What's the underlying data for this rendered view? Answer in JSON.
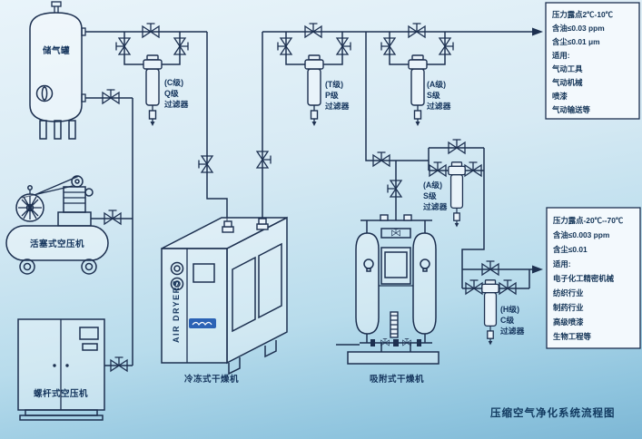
{
  "title": "压缩空气净化系统流程图",
  "equipment": {
    "storage_tank": "储气罐",
    "piston_compressor": "活塞式空压机",
    "screw_compressor": "螺杆式空压机",
    "refrigerated_dryer": "冷冻式干燥机",
    "refrigerated_dryer_panel": "AIR DRYERS",
    "adsorption_dryer": "吸附式干燥机"
  },
  "filters": {
    "q": {
      "grade": "(C级)",
      "name": "Q级",
      "type": "过滤器"
    },
    "p": {
      "grade": "(T级)",
      "name": "P级",
      "type": "过滤器"
    },
    "s1": {
      "grade": "(A级)",
      "name": "S级",
      "type": "过滤器"
    },
    "s2": {
      "grade": "(A级)",
      "name": "S级",
      "type": "过滤器"
    },
    "c": {
      "grade": "(H级)",
      "name": "C级",
      "type": "过滤器"
    }
  },
  "spec_box_1": {
    "lines": [
      "压力露点2℃-10℃",
      "含油≤0.03 ppm",
      "含尘≤0.01 μm",
      "适用:",
      "气动工具",
      "气动机械",
      "喷漆",
      "气动输送等"
    ]
  },
  "spec_box_2": {
    "lines": [
      "压力露点-20℃--70℃",
      "含油≤0.003 ppm",
      "含尘≤0.01",
      "适用:",
      "电子化工精密机械",
      "纺织行业",
      "制药行业",
      "高级喷漆",
      "生物工程等"
    ]
  },
  "colors": {
    "line": "#1d3050",
    "background_top": "#e9f4fa",
    "background_bottom": "#7db7d5",
    "box_bg": "#f3f9fd",
    "logo_blue": "#2b62b5"
  }
}
